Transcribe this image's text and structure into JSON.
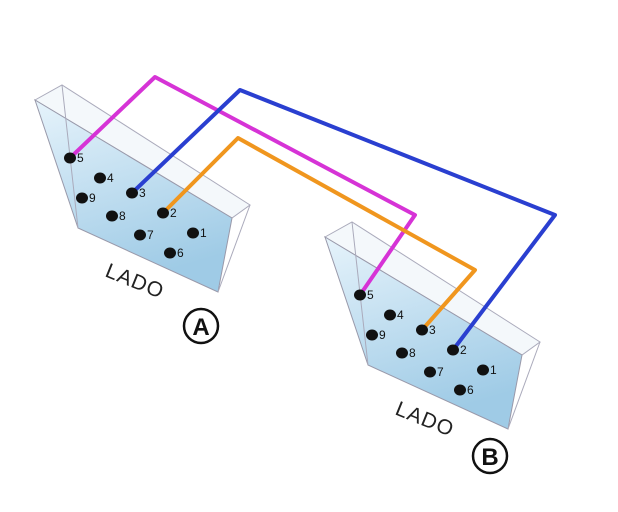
{
  "diagram": {
    "connectors": [
      {
        "id": "A",
        "label": "LADO",
        "side": "A",
        "pins": [
          "1",
          "2",
          "3",
          "4",
          "5",
          "6",
          "7",
          "8",
          "9"
        ]
      },
      {
        "id": "B",
        "label": "LADO",
        "side": "B",
        "pins": [
          "1",
          "2",
          "3",
          "4",
          "5",
          "6",
          "7",
          "8",
          "9"
        ]
      }
    ],
    "wires": [
      {
        "from": "A5",
        "to": "B5",
        "color": "#d633d6"
      },
      {
        "from": "A3",
        "to": "B2",
        "color": "#2a3fd0"
      },
      {
        "from": "A2",
        "to": "B3",
        "color": "#f0961e"
      }
    ],
    "colors": {
      "connector_fill": "#a9d3ec",
      "pin": "#111111"
    }
  }
}
